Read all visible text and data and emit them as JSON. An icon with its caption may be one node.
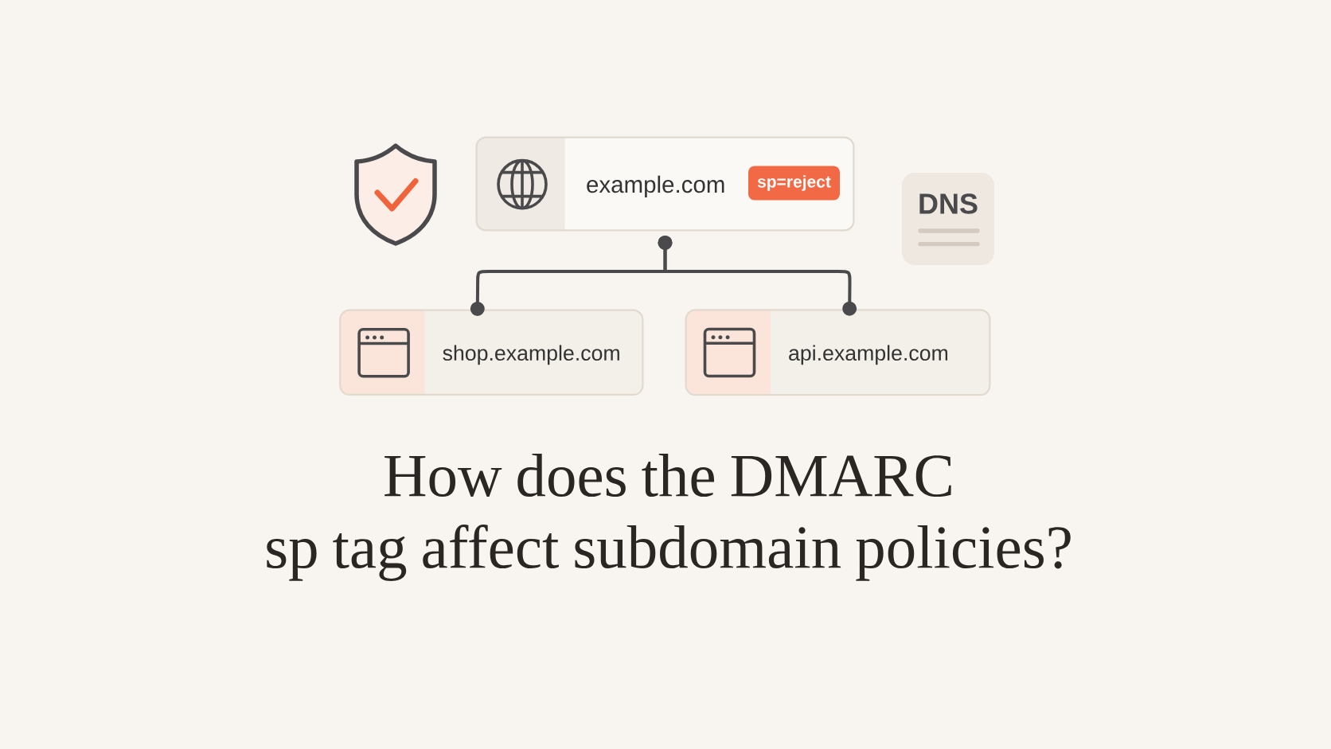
{
  "diagram": {
    "title": "How does the DMARC sp tag affect subdomain policies?",
    "nodes": [
      {
        "text": [
          "example.com"
        ]
      },
      {
        "text": [
          "sp=reject"
        ],
        "in": 0
      },
      {
        "text": [
          "DNS"
        ]
      },
      {
        "text": [
          "shop.example.com"
        ]
      },
      {
        "text": [
          "api.example.com"
        ]
      }
    ],
    "edges": [
      {
        "from": 0,
        "to": 3,
        "arrow": "other"
      },
      {
        "from": 0,
        "to": 4,
        "arrow": "other"
      }
    ]
  }
}
